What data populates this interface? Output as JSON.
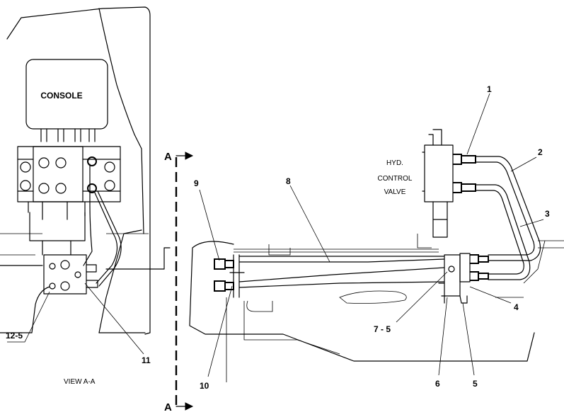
{
  "labels": {
    "console": "CONSOLE",
    "hyd_line1": "HYD.",
    "hyd_line2": "CONTROL",
    "hyd_line3": "VALVE",
    "view": "VIEW  A-A",
    "section_top": "A",
    "section_bottom": "A"
  },
  "callouts": {
    "c1": "1",
    "c2": "2",
    "c3": "3",
    "c4": "4",
    "c5": "5",
    "c6": "6",
    "c7": "7 - 5",
    "c8": "8",
    "c9": "9",
    "c10": "10",
    "c11": "11",
    "c12": "12-5"
  }
}
